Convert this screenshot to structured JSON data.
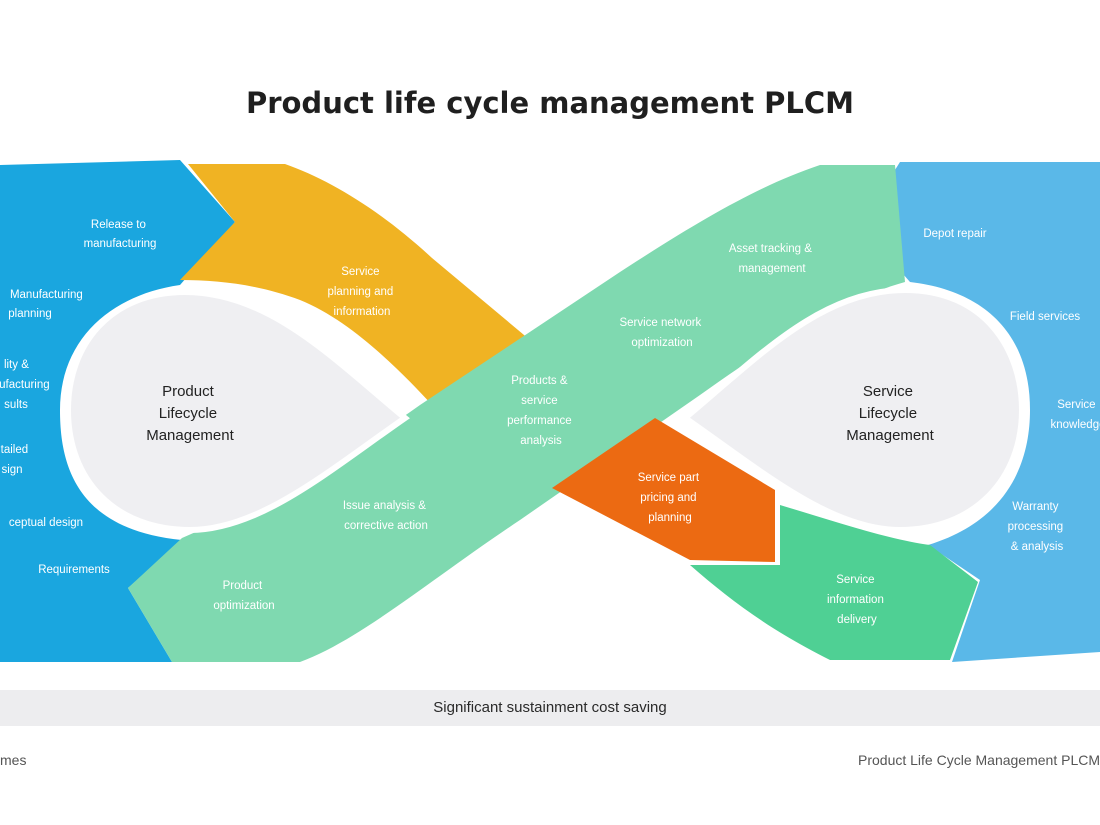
{
  "title": "Product life cycle management PLCM",
  "colors": {
    "left_blue": "#1aa6df",
    "right_blue": "#5ab8e8",
    "yellow": "#f0b323",
    "mint": "#7fd9b0",
    "mint_dark": "#4fd094",
    "orange": "#ec6a12",
    "core": "#efeff2"
  },
  "left_core": [
    "Product",
    "Lifecycle",
    "Management"
  ],
  "right_core": [
    "Service",
    "Lifecycle",
    "Management"
  ],
  "left_blue_items": [
    [
      "Release to",
      "manufacturing"
    ],
    [
      "Manufacturing",
      "planning"
    ],
    [
      "lity &",
      "ufacturing",
      "sults"
    ],
    [
      "tailed",
      "sign"
    ],
    [
      "ceptual design"
    ],
    [
      "Requirements"
    ]
  ],
  "right_blue_items": [
    [
      "Depot repair"
    ],
    [
      "Field services"
    ],
    [
      "Service",
      "knowledge"
    ],
    [
      "Warranty",
      "processing",
      "& analysis"
    ]
  ],
  "yellow_item": [
    "Service",
    "planning and",
    "information"
  ],
  "mint_items": [
    [
      "Asset tracking &",
      "management"
    ],
    [
      "Service network",
      "optimization"
    ],
    [
      "Products &",
      "service",
      "performance",
      "analysis"
    ],
    [
      "Issue analysis &",
      "corrective action"
    ],
    [
      "Product",
      "optimization"
    ]
  ],
  "orange_item": [
    "Service part",
    "pricing and",
    "planning"
  ],
  "green_item": [
    "Service",
    "information",
    "delivery"
  ],
  "band_text": "Significant sustainment cost saving",
  "footer_left": "mes",
  "footer_right": "Product Life Cycle Management PLCM"
}
